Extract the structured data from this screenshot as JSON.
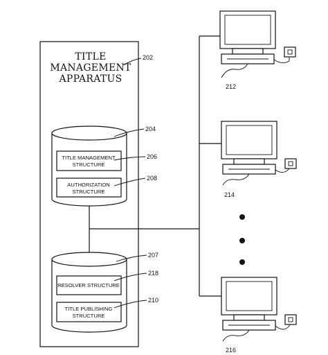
{
  "apparatus": {
    "title_lines": [
      "TITLE",
      "MANAGEMENT",
      "APPARATUS"
    ],
    "ref": "202"
  },
  "database_top": {
    "ref": "204",
    "boxes": [
      {
        "lines": [
          "TITLE MANAGEMENT",
          "STRUCTURE"
        ],
        "ref": "206"
      },
      {
        "lines": [
          "AUTHORIZATION",
          "STRUCTURE"
        ],
        "ref": "208"
      }
    ]
  },
  "database_bottom": {
    "ref": "207",
    "boxes": [
      {
        "lines": [
          "RESOLVER STRUCTURE"
        ],
        "ref": "218"
      },
      {
        "lines": [
          "TITLE PUBLISHING",
          "STRUCTURE"
        ],
        "ref": "210"
      }
    ]
  },
  "computers": [
    {
      "ref": "212"
    },
    {
      "ref": "214"
    },
    {
      "ref": "216"
    }
  ],
  "ellipsis_dots": 3
}
